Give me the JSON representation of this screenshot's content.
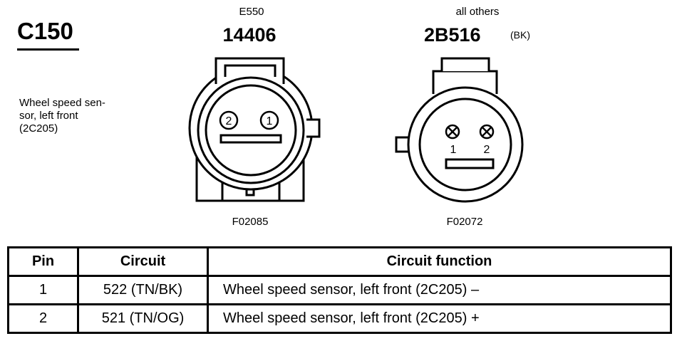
{
  "connector": {
    "id": "C150",
    "description": "Wheel speed sen-\nsor, left front\n(2C205)"
  },
  "left_connector": {
    "variant": "E550",
    "part_number": "14406",
    "figure": "F02085",
    "pins": [
      "2",
      "1"
    ]
  },
  "right_connector": {
    "variant": "all others",
    "part_number": "2B516",
    "color": "(BK)",
    "figure": "F02072",
    "pins": [
      "1",
      "2"
    ]
  },
  "table": {
    "headers": [
      "Pin",
      "Circuit",
      "Circuit function"
    ],
    "rows": [
      {
        "pin": "1",
        "circuit": "522 (TN/BK)",
        "function": "Wheel speed sensor, left front (2C205) –"
      },
      {
        "pin": "2",
        "circuit": "521 (TN/OG)",
        "function": "Wheel speed sensor, left front (2C205) +"
      }
    ]
  }
}
